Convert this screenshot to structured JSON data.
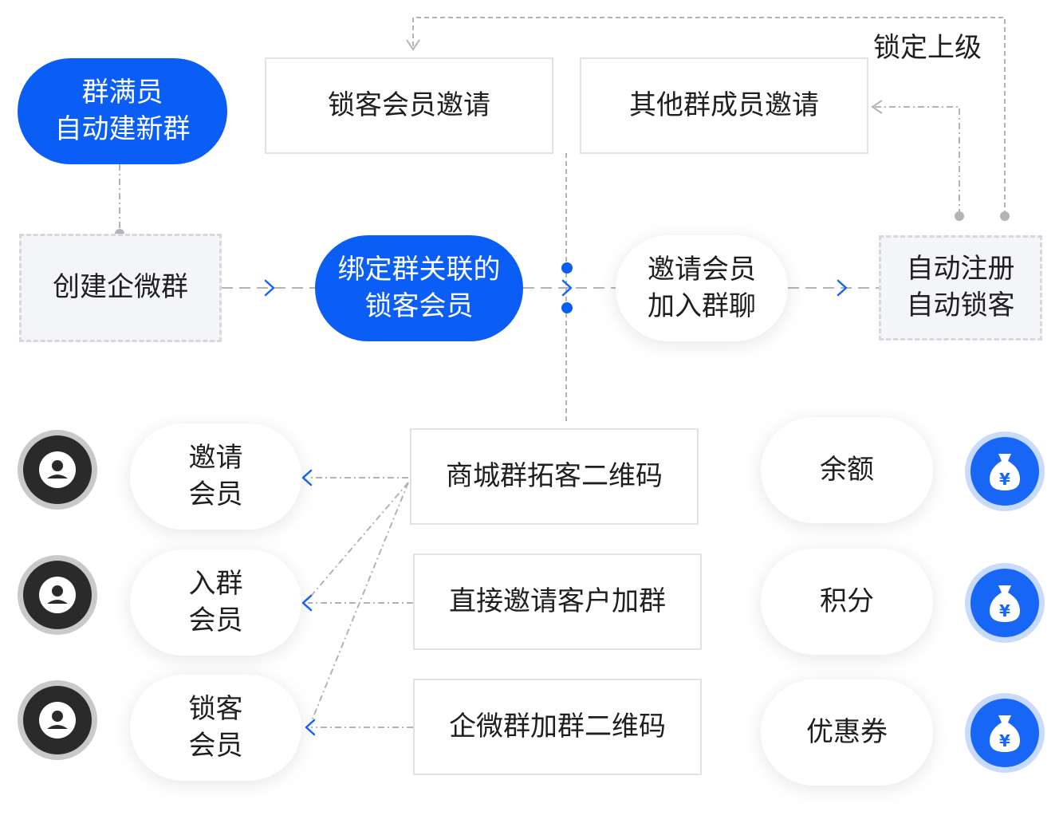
{
  "top": {
    "lock_superior": "锁定上级",
    "lock_member_invite": "锁客会员邀请",
    "other_member_invite": "其他群成员邀请"
  },
  "flow": {
    "auto_new_group": "群满员\n自动建新群",
    "create_group": "创建企微群",
    "bind_group": "绑定群关联的\n锁客会员",
    "invite_join": "邀请会员\n加入群聊",
    "auto_register": "自动注册\n自动锁客"
  },
  "channels": [
    {
      "label": "商城群拓客二维码"
    },
    {
      "label": "直接邀请客户加群"
    },
    {
      "label": "企微群加群二维码"
    }
  ],
  "members": [
    {
      "label": "邀请\n会员",
      "icon": "user-avatar-icon"
    },
    {
      "label": "入群\n会员",
      "icon": "user-avatar-icon"
    },
    {
      "label": "锁客\n会员",
      "icon": "user-avatar-icon"
    }
  ],
  "rewards": [
    {
      "label": "余额",
      "icon": "money-bag-icon",
      "symbol": "¥"
    },
    {
      "label": "积分",
      "icon": "money-bag-icon",
      "symbol": "¥"
    },
    {
      "label": "优惠券",
      "icon": "money-bag-icon",
      "symbol": "¥"
    }
  ],
  "colors": {
    "accent_blue": "#0a5ef5",
    "connector_gray": "#b4b4b4",
    "card_bg": "#f4f5f9"
  }
}
